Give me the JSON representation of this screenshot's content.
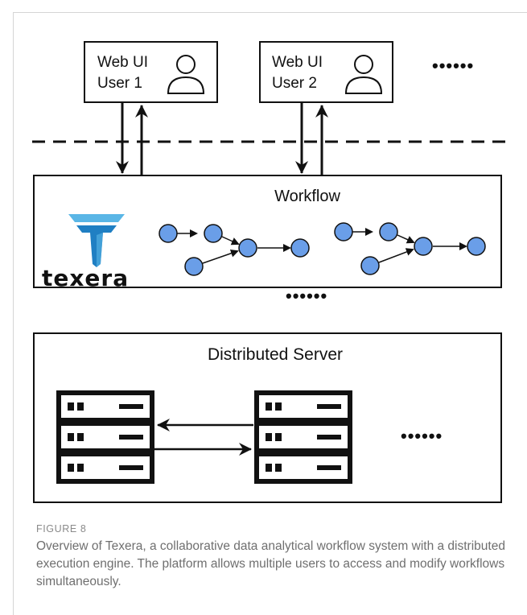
{
  "users": [
    {
      "line1": "Web UI",
      "line2": "User 1"
    },
    {
      "line1": "Web UI",
      "line2": "User 2"
    }
  ],
  "ellipsis": "••••••",
  "workflow": {
    "title": "Workflow",
    "logo_text": "texera"
  },
  "server": {
    "title": "Distributed Server"
  },
  "caption": {
    "label": "FIGURE 8",
    "text": "Overview of Texera, a collaborative data analytical workflow system with a distributed execution engine. The platform allows multiple users to access and modify workflows simultaneously."
  },
  "colors": {
    "node_fill": "#6a9ee8",
    "logo_blue": "#1f7fc3",
    "logo_light": "#5ab6e6"
  }
}
